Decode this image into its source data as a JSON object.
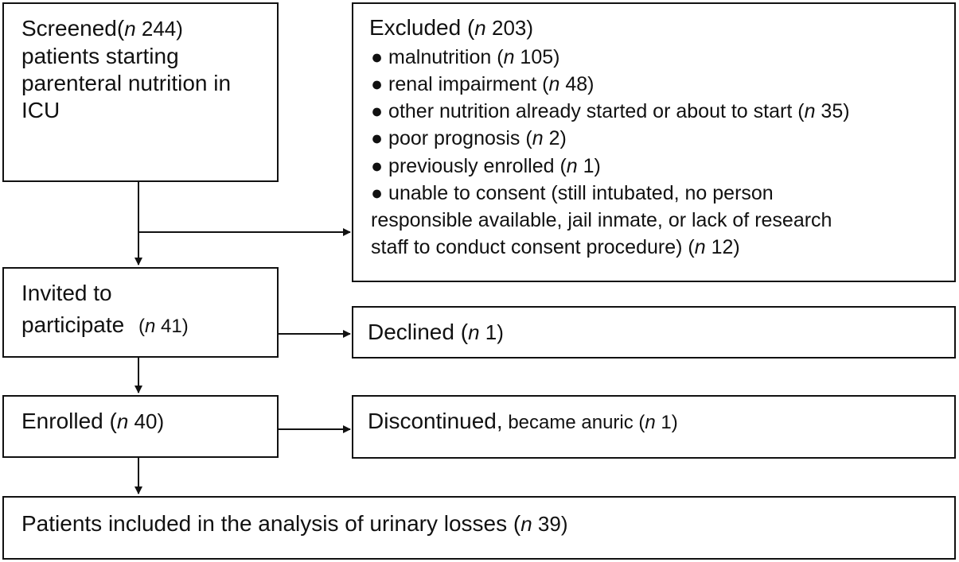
{
  "screened": {
    "title": "Screened(",
    "n_label": "n",
    "count": " 244)",
    "line2": "patients starting",
    "line3": "parenteral nutrition in",
    "line4": "ICU"
  },
  "excluded": {
    "title": "Excluded (",
    "n_label": "n",
    "count": " 203)",
    "items": [
      {
        "bullet": "●",
        "text": " malnutrition (",
        "n": "n",
        "count": " 105)"
      },
      {
        "bullet": "●",
        "text": " renal impairment  (",
        "n": "n",
        "count": " 48)"
      },
      {
        "bullet": "●",
        "text": " other nutrition already started or about to start (",
        "n": "n",
        "count": " 35)"
      },
      {
        "bullet": "●",
        "text": " poor prognosis (",
        "n": "n",
        "count": " 2)"
      },
      {
        "bullet": "●",
        "text": " previously enrolled (",
        "n": "n",
        "count": " 1)"
      }
    ],
    "consent": {
      "line1": "● unable to consent (still intubated, no person",
      "line2": "responsible available, jail inmate, or lack of research",
      "line3": "staff to conduct consent procedure) (",
      "n": "n",
      "count": " 12)"
    }
  },
  "invited": {
    "line1": "Invited to",
    "line2": "participate",
    "paren": "(",
    "n_label": "n",
    "count": " 41)"
  },
  "declined": {
    "title": "Declined (",
    "n_label": "n",
    "count": " 1)"
  },
  "enrolled": {
    "title": "Enrolled (",
    "n_label": "n",
    "count": " 40)"
  },
  "discontinued": {
    "title": "Discontinued,",
    "reason": " became anuric (",
    "n_label": "n",
    "count": " 1)"
  },
  "analysis": {
    "title": "Patients included in the analysis of urinary losses (",
    "n_label": "n",
    "count": " 39)"
  }
}
